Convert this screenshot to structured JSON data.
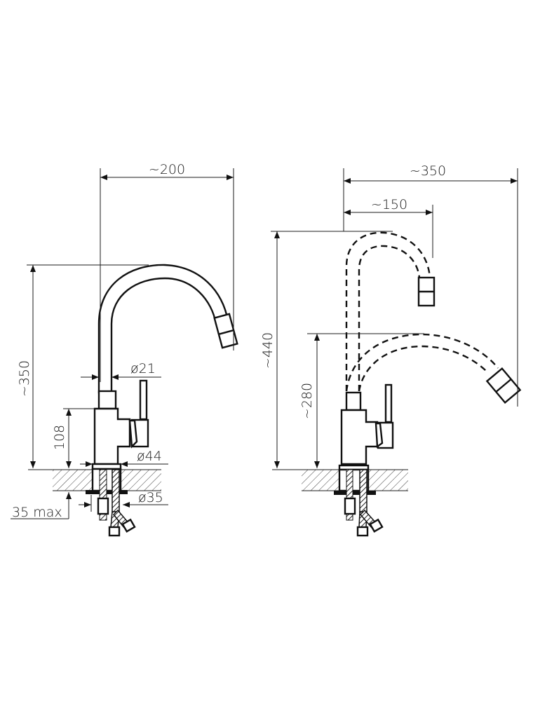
{
  "left_view": {
    "dim_width": "~200",
    "dim_height": "~350",
    "dim_spout_diameter": "ø21",
    "dim_body_height": "108",
    "dim_base_diameter": "ø44",
    "dim_mount_diameter": "ø35",
    "dim_counter_thickness": "35 max"
  },
  "right_view": {
    "dim_width": "~350",
    "dim_spout_reach": "~150",
    "dim_height_max": "~440",
    "dim_height_min": "~280"
  }
}
